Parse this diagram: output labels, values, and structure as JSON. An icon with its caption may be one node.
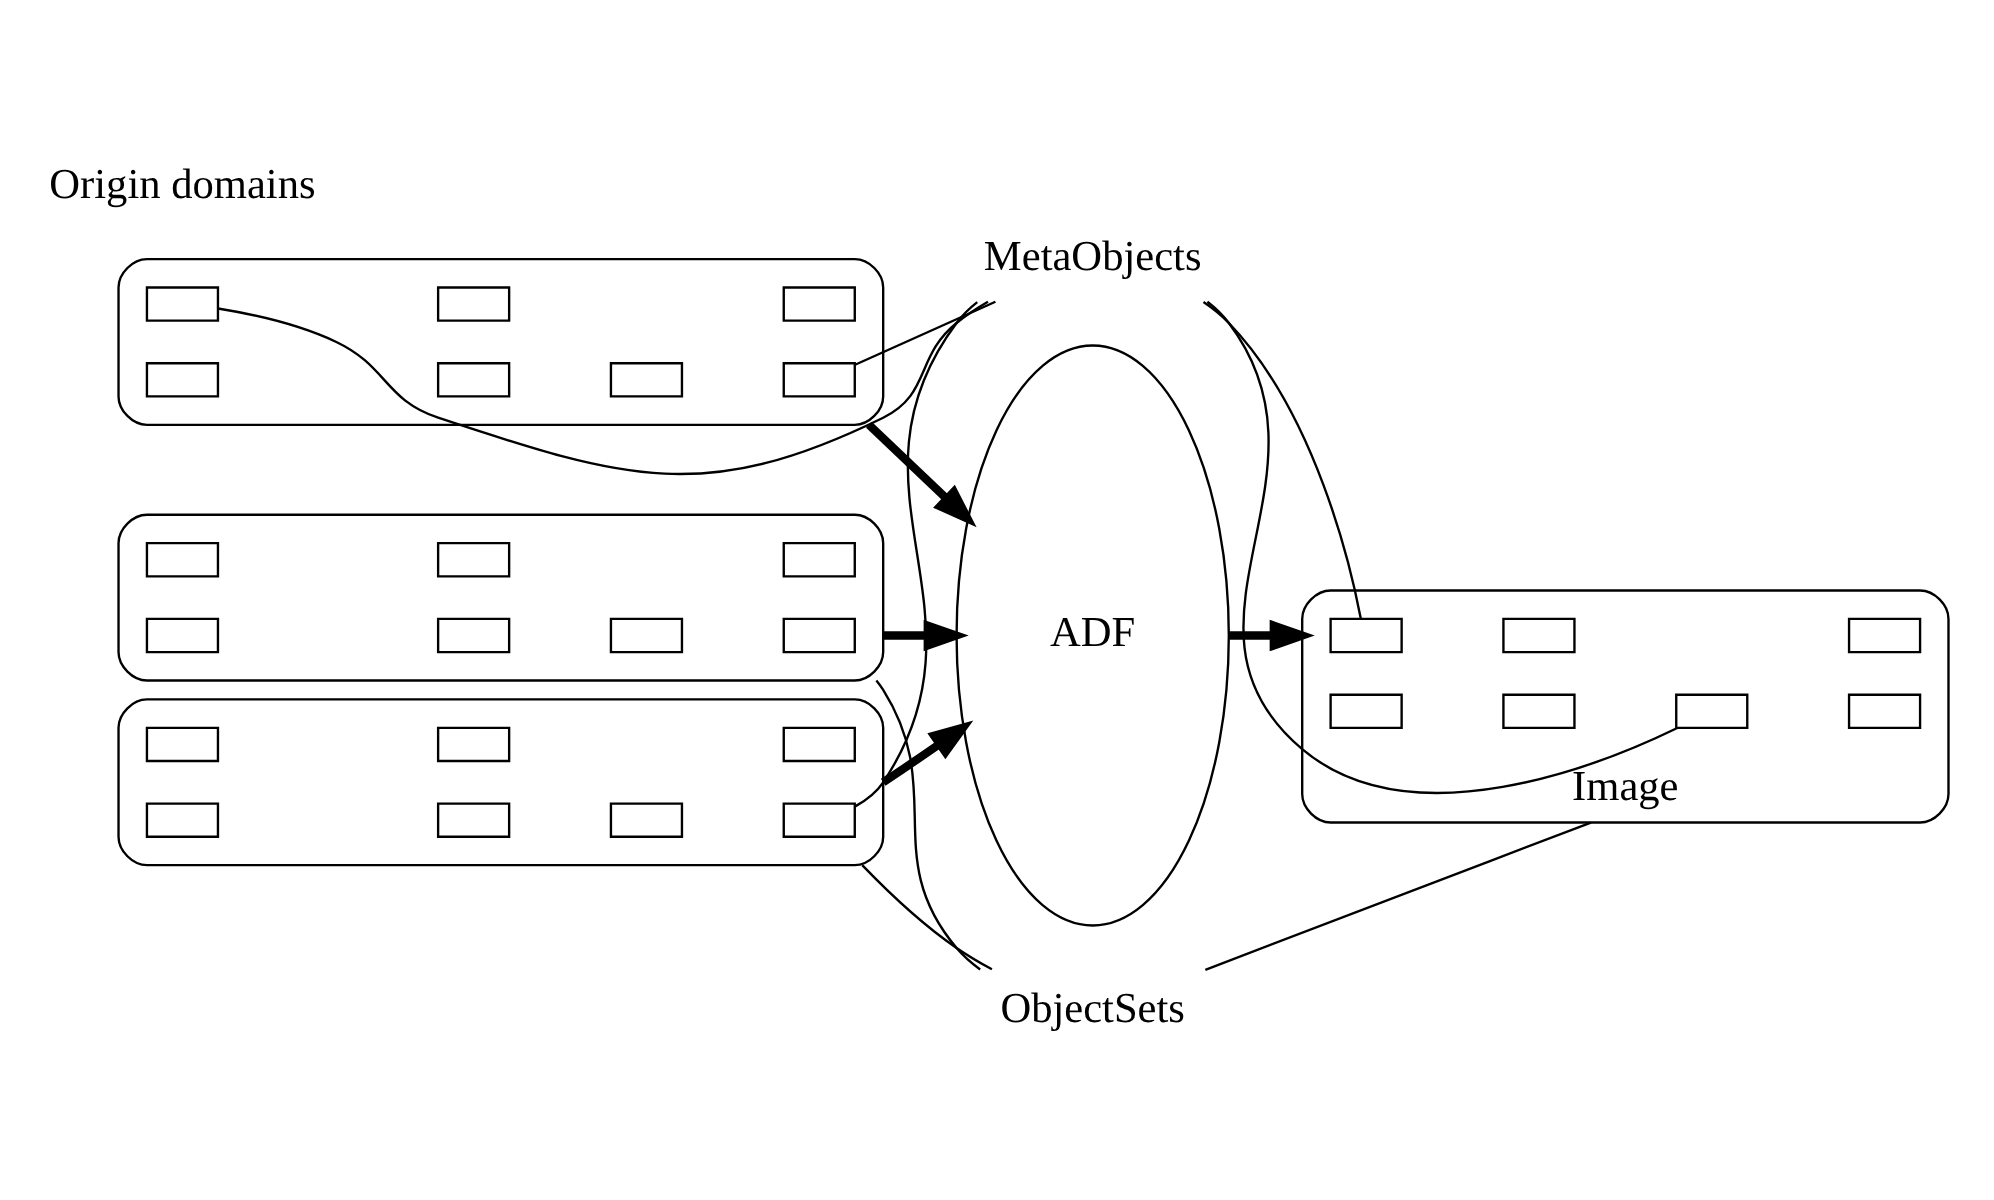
{
  "diagram": {
    "nodes": [
      {
        "text": [
          "MetaObjects"
        ]
      },
      {
        "text": [],
        "shape": "box"
      },
      {
        "text": [],
        "shape": "box",
        "in": 1
      },
      {
        "text": [],
        "shape": "box",
        "in": 1
      },
      {
        "text": [],
        "shape": "box",
        "in": 1
      },
      {
        "text": [],
        "shape": "box",
        "in": 1
      },
      {
        "text": [],
        "shape": "box",
        "in": 1
      },
      {
        "text": [],
        "shape": "box",
        "in": 1
      },
      {
        "text": [],
        "shape": "box",
        "in": 1
      },
      {
        "text": [],
        "shape": "box"
      },
      {
        "text": [],
        "shape": "box",
        "in": 9
      },
      {
        "text": [],
        "shape": "box",
        "in": 9
      },
      {
        "text": [],
        "shape": "box",
        "in": 9
      },
      {
        "text": [],
        "shape": "box",
        "in": 9
      },
      {
        "text": [],
        "shape": "box",
        "in": 9
      },
      {
        "text": [],
        "shape": "box",
        "in": 9
      },
      {
        "text": [],
        "shape": "box",
        "in": 9
      },
      {
        "text": [],
        "shape": "box"
      },
      {
        "text": [],
        "shape": "box",
        "in": 17
      },
      {
        "text": [],
        "shape": "box",
        "in": 17
      },
      {
        "text": [],
        "shape": "box",
        "in": 17
      },
      {
        "text": [],
        "shape": "box",
        "in": 17
      },
      {
        "text": [],
        "shape": "box",
        "in": 17
      },
      {
        "text": [],
        "shape": "box",
        "in": 17
      },
      {
        "text": [],
        "shape": "box",
        "in": 17
      },
      {
        "text": [
          "ADF"
        ]
      },
      {
        "text": [],
        "shape": "box",
        "beside": [
          "Image"
        ]
      },
      {
        "text": [],
        "shape": "box",
        "in": 26
      },
      {
        "text": [],
        "shape": "box",
        "in": 26
      },
      {
        "text": [],
        "shape": "box",
        "in": 26
      },
      {
        "text": [],
        "shape": "box",
        "in": 26
      },
      {
        "text": [],
        "shape": "box",
        "in": 26
      },
      {
        "text": [],
        "shape": "box",
        "in": 26
      },
      {
        "text": [],
        "shape": "box",
        "in": 26
      },
      {
        "text": [
          "ObjectSets"
        ]
      }
    ],
    "edges": [
      {
        "from": 0,
        "to": 2,
        "arrow": "none"
      },
      {
        "from": 0,
        "to": 3,
        "arrow": "none"
      },
      {
        "from": 0,
        "to": 11,
        "arrow": "none"
      },
      {
        "from": 0,
        "to": 27,
        "arrow": "none"
      },
      {
        "from": 0,
        "to": 31,
        "arrow": "none"
      },
      {
        "from": 1,
        "to": 25,
        "arrow": "to",
        "style": "thick"
      },
      {
        "from": 9,
        "to": 25,
        "arrow": "to",
        "style": "thick"
      },
      {
        "from": 17,
        "to": 25,
        "arrow": "to",
        "style": "thick"
      },
      {
        "from": 25,
        "to": 26,
        "arrow": "to",
        "style": "thick"
      },
      {
        "from": 9,
        "to": 34,
        "arrow": "none"
      },
      {
        "from": 17,
        "to": 34,
        "arrow": "none"
      },
      {
        "from": 26,
        "to": 34,
        "arrow": "none"
      }
    ],
    "labels": [
      "Origin domains"
    ]
  }
}
